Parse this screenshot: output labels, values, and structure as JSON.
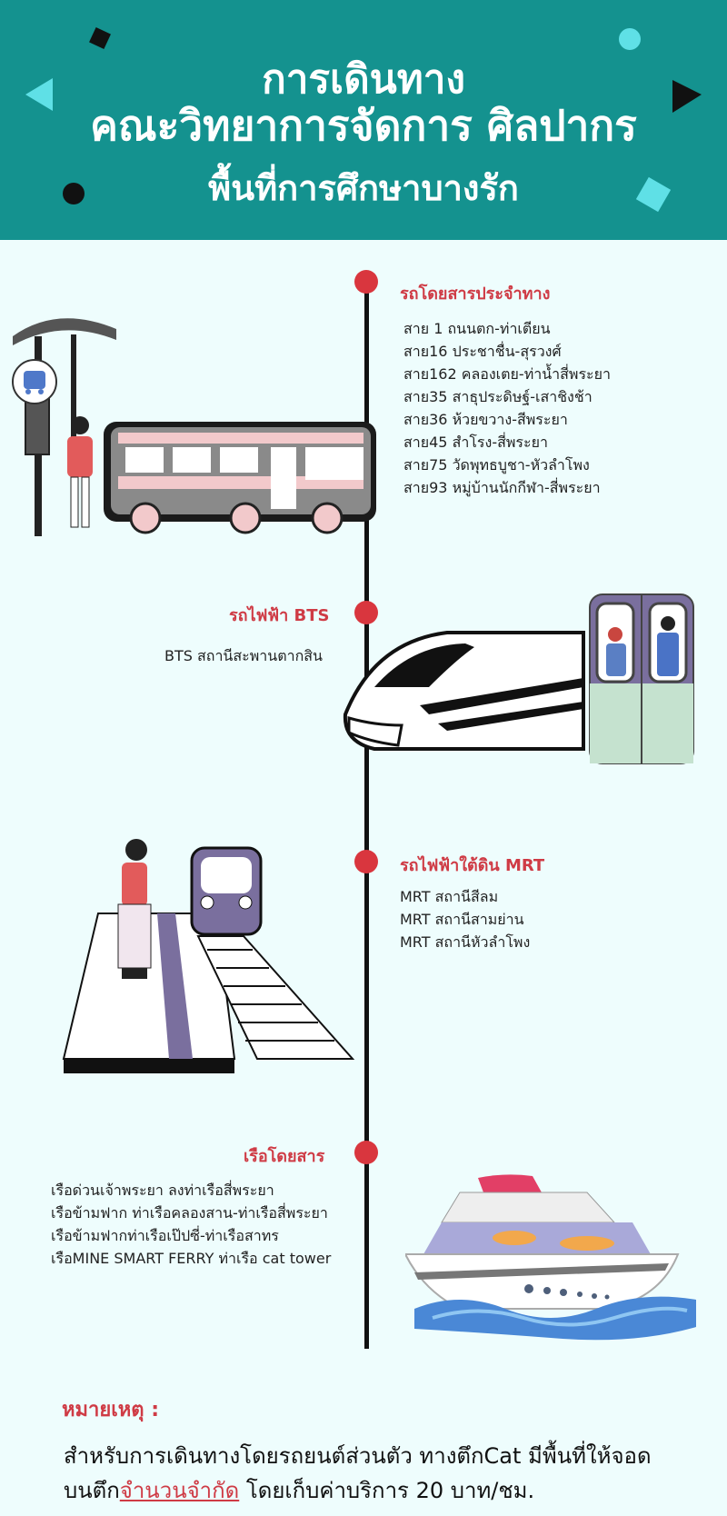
{
  "header": {
    "line1": "การเดินทาง",
    "line2": "คณะวิทยาการจัดการ ศิลปากร",
    "line3": "พื้นที่การศึกษาบางรัก"
  },
  "bus": {
    "title": "รถโดยสารประจำทาง",
    "routes": [
      "สาย 1 ถนนตก-ท่าเตียน",
      "สาย16 ประชาชื่น-สุรวงศ์",
      "สาย162 คลองเตย-ท่าน้ำสี่พระยา",
      "สาย35 สาธุประดิษฐ์-เสาชิงช้า",
      "สาย36 ห้วยขวาง-สีพระยา",
      "สาย45 สำโรง-สี่พระยา",
      "สาย75 วัดพุทธบูชา-หัวลำโพง",
      "สาย93 หมู่บ้านนักกีฬา-สี่พระยา"
    ]
  },
  "bts": {
    "title": "รถไฟฟ้า BTS",
    "stations": [
      "BTS   สถานีสะพานตากสิน"
    ]
  },
  "mrt": {
    "title": "รถไฟฟ้าใต้ดิน MRT",
    "stations": [
      "MRT สถานีสีลม",
      "MRT สถานีสามย่าน",
      "MRT สถานีหัวลำโพง"
    ]
  },
  "boat": {
    "title": "เรือโดยสาร",
    "routes": [
      "เรือด่วนเจ้าพระยา   ลงท่าเรือสี่พระยา",
      "เรือข้ามฟาก ท่าเรือคลองสาน-ท่าเรือสี่พระยา",
      "เรือข้ามฟากท่าเรือเป๊ปซี่-ท่าเรือสาทร",
      "เรือMINE SMART FERRY ท่าเรือ cat tower"
    ]
  },
  "note": {
    "title": "หมายเหตุ :",
    "line1": "สำหรับการเดินทางโดยรถยนต์ส่วนตัว ทางตึกCat มีพื้นที่ให้จอด",
    "line2_prefix": "บนตึก",
    "line2_underline": "จำนวนจำกัด",
    "line2_suffix": " โดยเก็บค่าบริการ 20 บาท/ชม."
  },
  "colors": {
    "header_bg": "#14928f",
    "page_bg": "#eefdfd",
    "accent_red": "#d9363e",
    "deco_cyan": "#5fe0e6"
  }
}
